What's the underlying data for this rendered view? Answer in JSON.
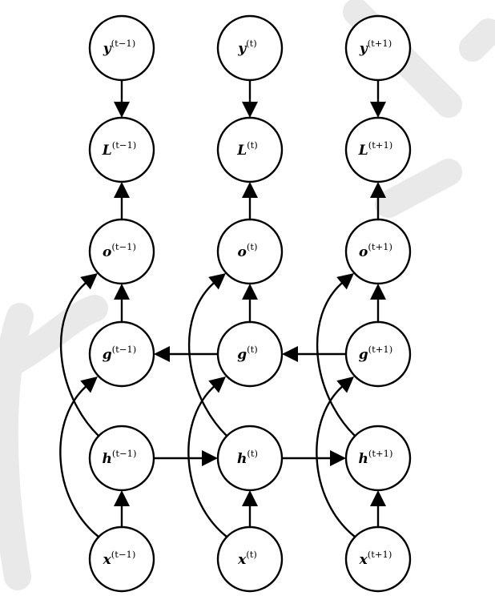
{
  "diagram": {
    "colors": {
      "stroke": "#000000",
      "node_fill": "#ffffff",
      "watermark": "#e9e9e9"
    },
    "columns": [
      {
        "sup": "(t−1)",
        "nodes": {
          "y": "y",
          "L": "L",
          "o": "o",
          "g": "g",
          "h": "h",
          "x": "x"
        }
      },
      {
        "sup": "(t)",
        "nodes": {
          "y": "y",
          "L": "L",
          "o": "o",
          "g": "g",
          "h": "h",
          "x": "x"
        }
      },
      {
        "sup": "(t+1)",
        "nodes": {
          "y": "y",
          "L": "L",
          "o": "o",
          "g": "g",
          "h": "h",
          "x": "x"
        }
      }
    ]
  }
}
